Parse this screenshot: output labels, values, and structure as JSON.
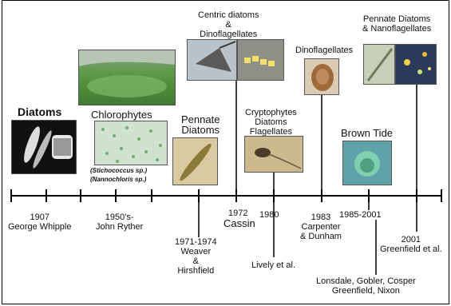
{
  "groups": {
    "diatoms": "Diatoms",
    "chlorophytes": "Chlorophytes",
    "chlorophyte_species_1": "(Stichococcus sp.)",
    "chlorophyte_species_2": "(Nannochloris sp.)",
    "pennate_1": "Pennate\nDiatoms",
    "centric": "Centric diatoms\n&\nDinoflagellates",
    "cryptophytes": "Cryptophytes\nDiatoms\nFlagellates",
    "dinoflagellates": "Dinoflagellates",
    "brown_tide": "Brown Tide",
    "pennate_nano": "Pennate Diatoms\n& Nanoflagellates"
  },
  "timeline": {
    "e1907": "1907\nGeorge Whipple",
    "e1950": "1950's-\nJohn Ryther",
    "e1971": "1971-1974\nWeaver\n&\nHirshfield",
    "e1972_year": "1972",
    "e1972_name": "Cassin",
    "e1980_year": "1980",
    "e1980_name": "Lively et al.",
    "e1983": "1983\nCarpenter\n& Dunham",
    "e1985_year": "1985-2001",
    "e1985_name": "Lonsdale, Gobler, Cosper\nGreenfield, Nixon",
    "e2001": "2001\nGreenfield et al."
  },
  "colors": {
    "line": "#000000",
    "water_green": "#5f9a4a",
    "chloro_bg": "#cfe3cf",
    "sepia": "#c9b48a",
    "brown_tide_bg": "#5fa2a8",
    "dark_bg": "#1a1a1a"
  }
}
